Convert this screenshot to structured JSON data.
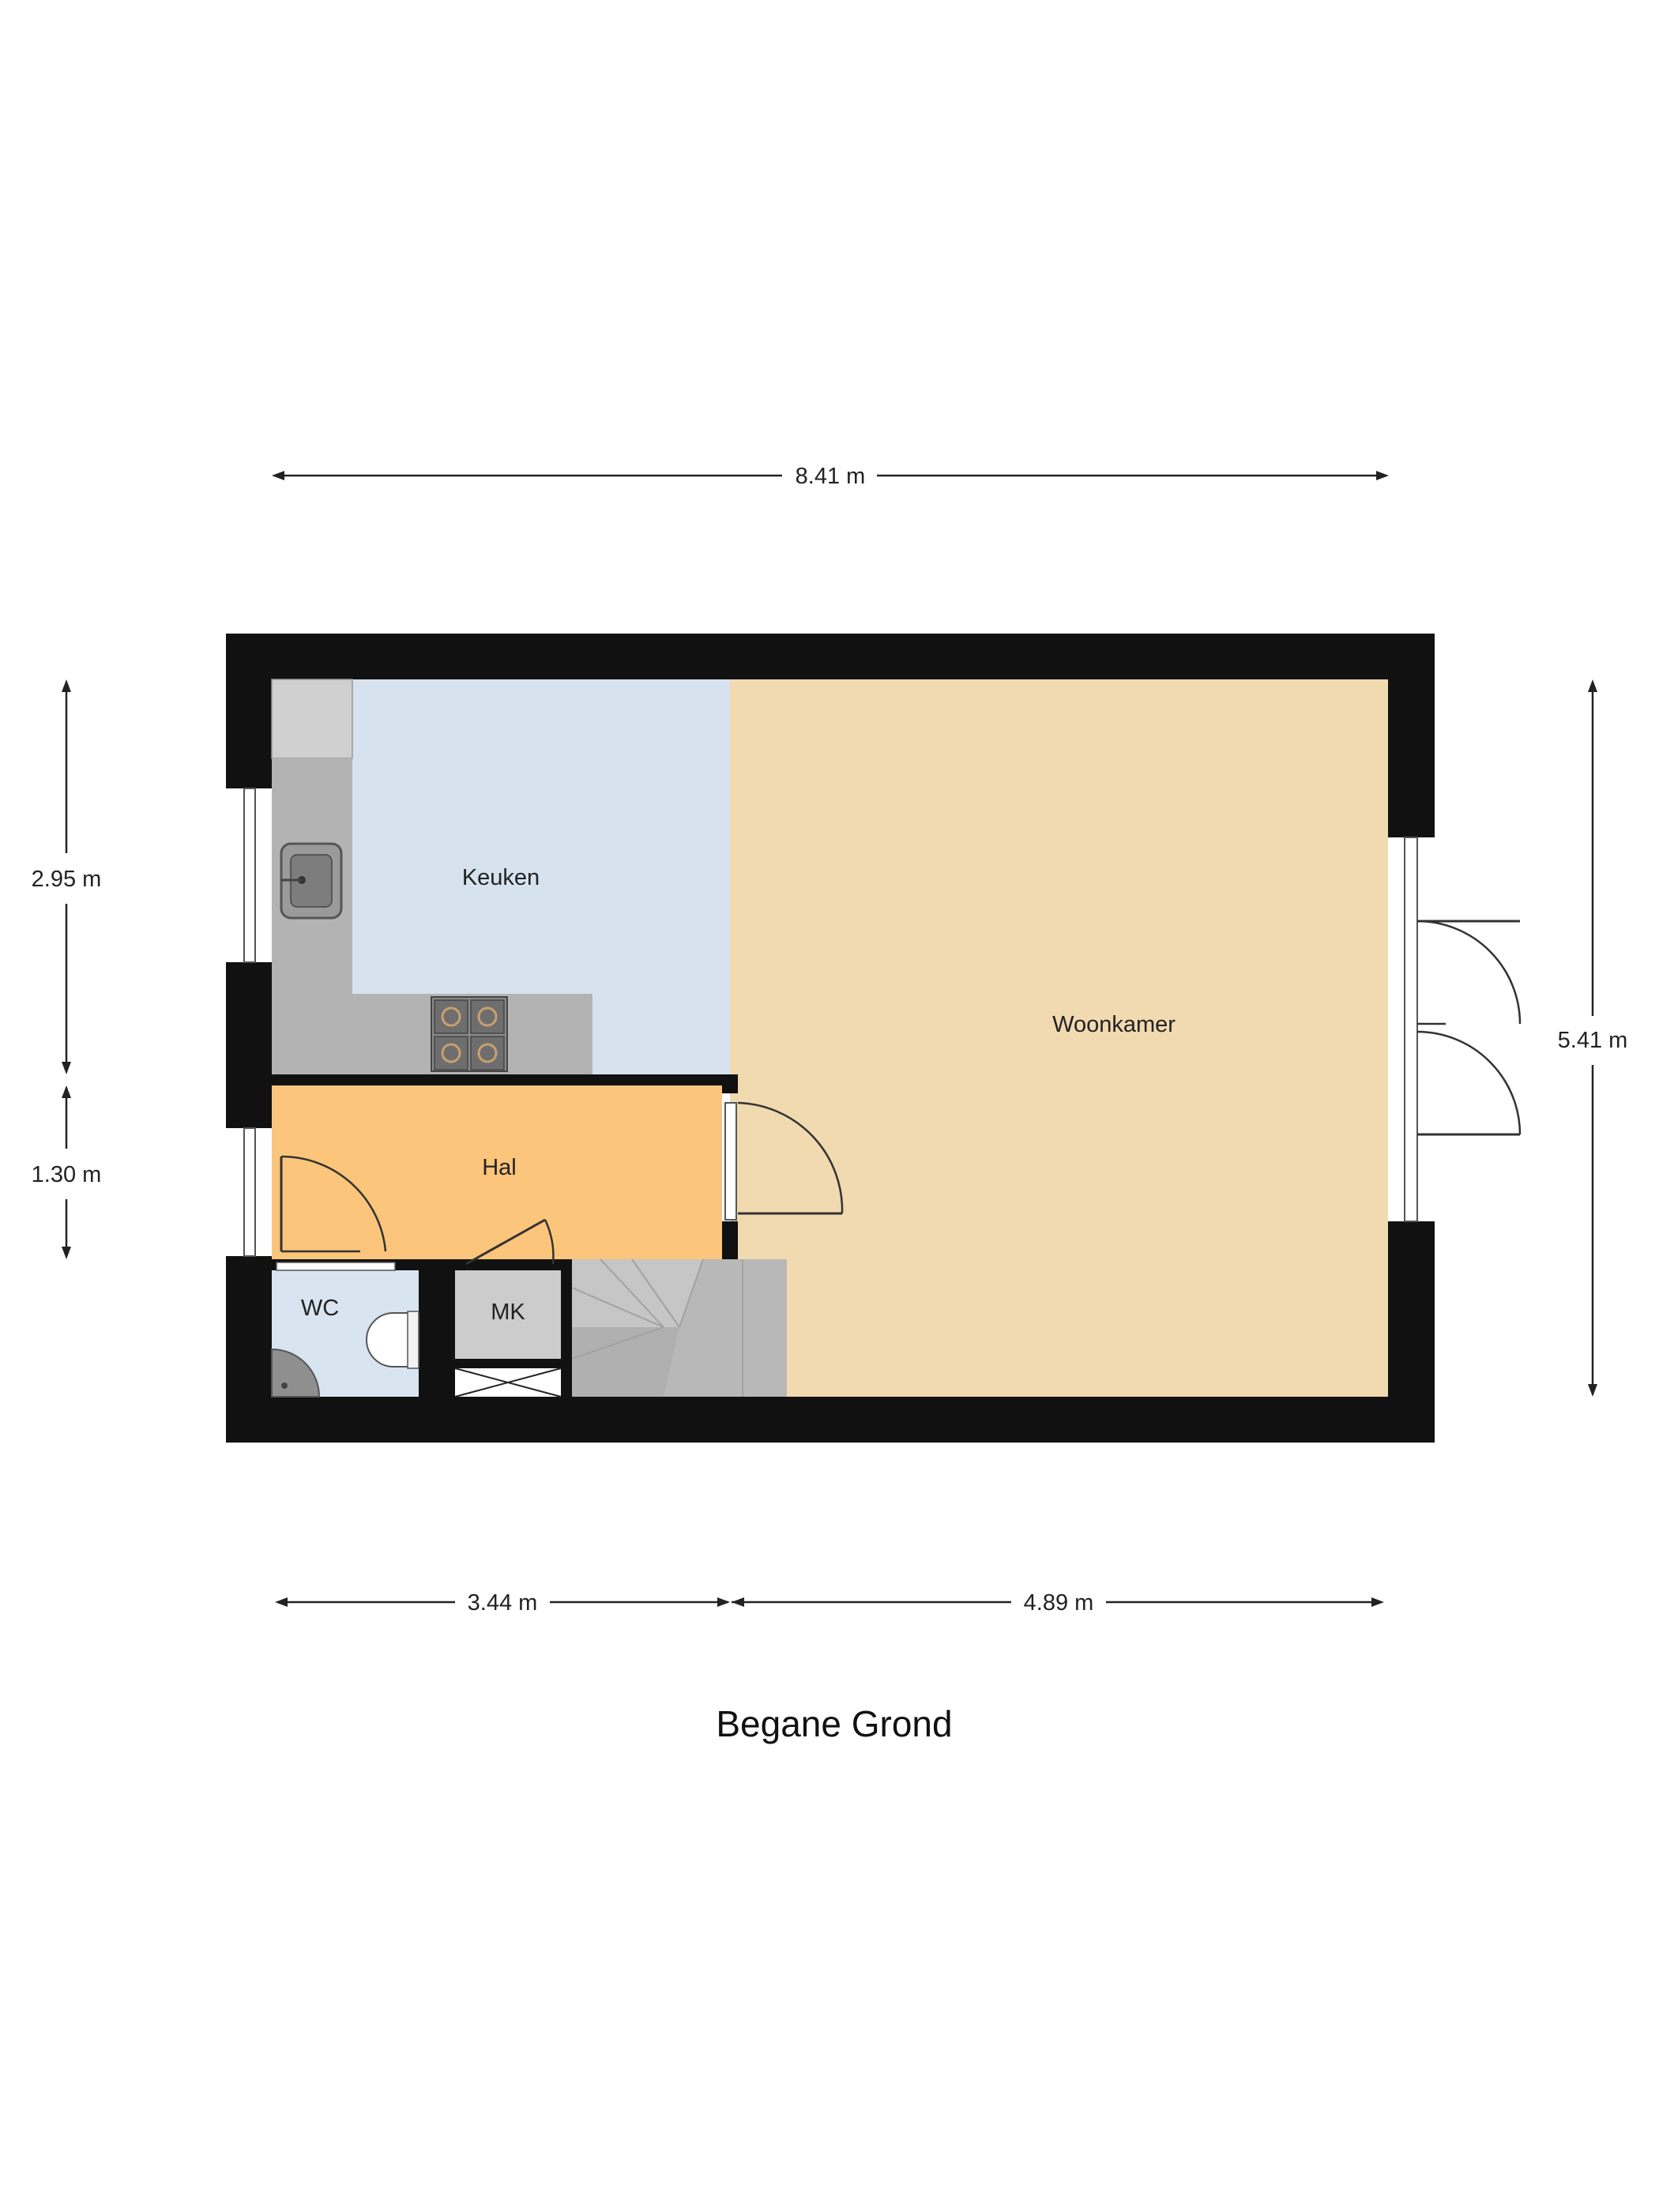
{
  "floor_title": "Begane Grond",
  "rooms": {
    "keuken": "Keuken",
    "woonkamer": "Woonkamer",
    "hal": "Hal",
    "wc": "WC",
    "mk": "MK"
  },
  "dimensions": {
    "top_total": "8.41 m",
    "bottom_left": "3.44 m",
    "bottom_right": "4.89 m",
    "left_upper": "2.95 m",
    "left_lower": "1.30 m",
    "right_total": "5.41 m"
  },
  "colors": {
    "wall": "#111111",
    "keuken": "#d6e3ef",
    "woonkamer": "#f1d9b0",
    "hal": "#fbc57b",
    "wc": "#d9e4f1",
    "mk": "#cccccc",
    "counter": "#b3b3b3",
    "stairs": "#b8b8b8"
  }
}
